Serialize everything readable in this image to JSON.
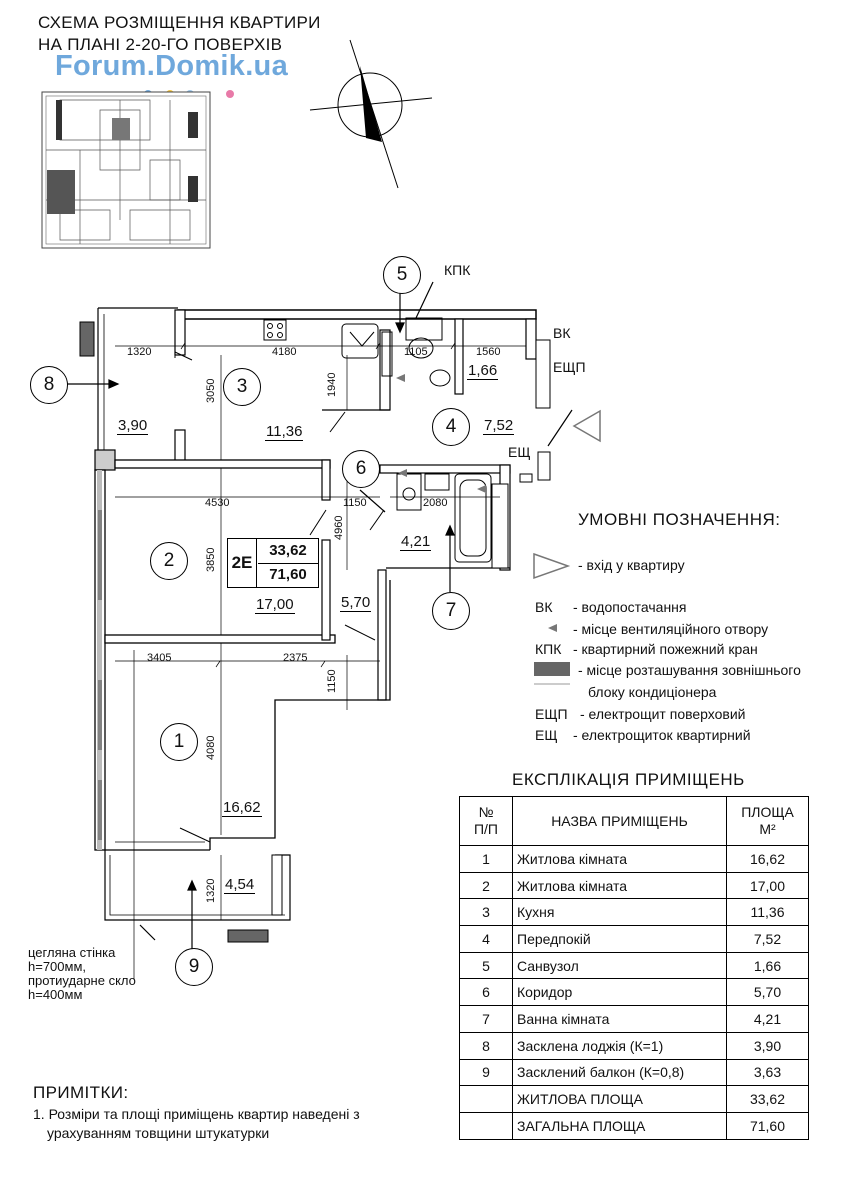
{
  "header": {
    "title_line1": "СХЕМА РОЗМІЩЕННЯ КВАРТИРИ",
    "title_line2": "НА ПЛАНІ 2-20-ГО ПОВЕРХІВ",
    "watermark": "Forum.Domik.ua"
  },
  "plan": {
    "labels": {
      "kpk": "КПК",
      "vk": "ВК",
      "eshp": "ЕЩП",
      "esh": "ЕЩ"
    },
    "apartment": {
      "type": "2Е",
      "living_area": "33,62",
      "total_area": "71,60"
    },
    "rooms": [
      {
        "num": "1",
        "area": "16,62"
      },
      {
        "num": "2",
        "area": "17,00"
      },
      {
        "num": "3",
        "area": "11,36"
      },
      {
        "num": "4",
        "area": "7,52"
      },
      {
        "num": "5",
        "area": "1,66"
      },
      {
        "num": "6",
        "area": "5,70"
      },
      {
        "num": "7",
        "area": "4,21"
      },
      {
        "num": "8",
        "area": "3,90"
      },
      {
        "num": "9",
        "area": "4,54"
      }
    ],
    "dimensions": {
      "d1320_top": "1320",
      "d4180": "4180",
      "d1105": "1105",
      "d1560": "1560",
      "d3050": "3050",
      "d1940": "1940",
      "d4530": "4530",
      "d1150_mid": "1150",
      "d2080": "2080",
      "d3850": "3850",
      "d4960": "4960",
      "d3405": "3405",
      "d2375": "2375",
      "d1150_low": "1150",
      "d4080": "4080",
      "d1320_low": "1320"
    },
    "wall_note": [
      "цегляна стінка",
      "h=700мм,",
      "протиударне скло",
      "h=400мм"
    ]
  },
  "legend": {
    "title": "УМОВНІ ПОЗНАЧЕННЯ:",
    "items": [
      {
        "key": "",
        "text": "- вхід у квартиру"
      },
      {
        "key": "ВК",
        "text": "- водопостачання"
      },
      {
        "key": "",
        "text": "- місце вентиляційного отвору"
      },
      {
        "key": "КПК",
        "text": "- квартирний пожежний кран"
      },
      {
        "key": "",
        "text": "- місце розташування зовнішнього"
      },
      {
        "key": "",
        "text": "блоку кондиціонера"
      },
      {
        "key": "ЕЩП",
        "text": "- електрощит поверховий"
      },
      {
        "key": "ЕЩ",
        "text": "- електрощиток квартирний"
      }
    ]
  },
  "explication": {
    "title": "ЕКСПЛІКАЦІЯ ПРИМІЩЕНЬ",
    "headers": {
      "num": "№ П/П",
      "num_l1": "№",
      "num_l2": "П/П",
      "name": "НАЗВА ПРИМІЩЕНЬ",
      "area_l1": "ПЛОЩА",
      "area_l2": "М²"
    },
    "rows": [
      {
        "num": "1",
        "name": "Житлова кімната",
        "area": "16,62"
      },
      {
        "num": "2",
        "name": "Житлова кімната",
        "area": "17,00"
      },
      {
        "num": "3",
        "name": "Кухня",
        "area": "11,36"
      },
      {
        "num": "4",
        "name": "Передпокій",
        "area": "7,52"
      },
      {
        "num": "5",
        "name": "Санвузол",
        "area": "1,66"
      },
      {
        "num": "6",
        "name": "Коридор",
        "area": "5,70"
      },
      {
        "num": "7",
        "name": "Ванна кімната",
        "area": "4,21"
      },
      {
        "num": "8",
        "name": "Засклена лоджія (К=1)",
        "area": "3,90"
      },
      {
        "num": "9",
        "name": "Засклений балкон (К=0,8)",
        "area": "3,63"
      }
    ],
    "totals": [
      {
        "name": "ЖИТЛОВА ПЛОЩА",
        "area": "33,62"
      },
      {
        "name": "ЗАГАЛЬНА ПЛОЩА",
        "area": "71,60"
      }
    ]
  },
  "notes": {
    "title": "ПРИМІТКИ:",
    "line1": "1. Розміри та площі приміщень квартир наведені з",
    "line2": "урахуванням товщини штукатурки"
  }
}
